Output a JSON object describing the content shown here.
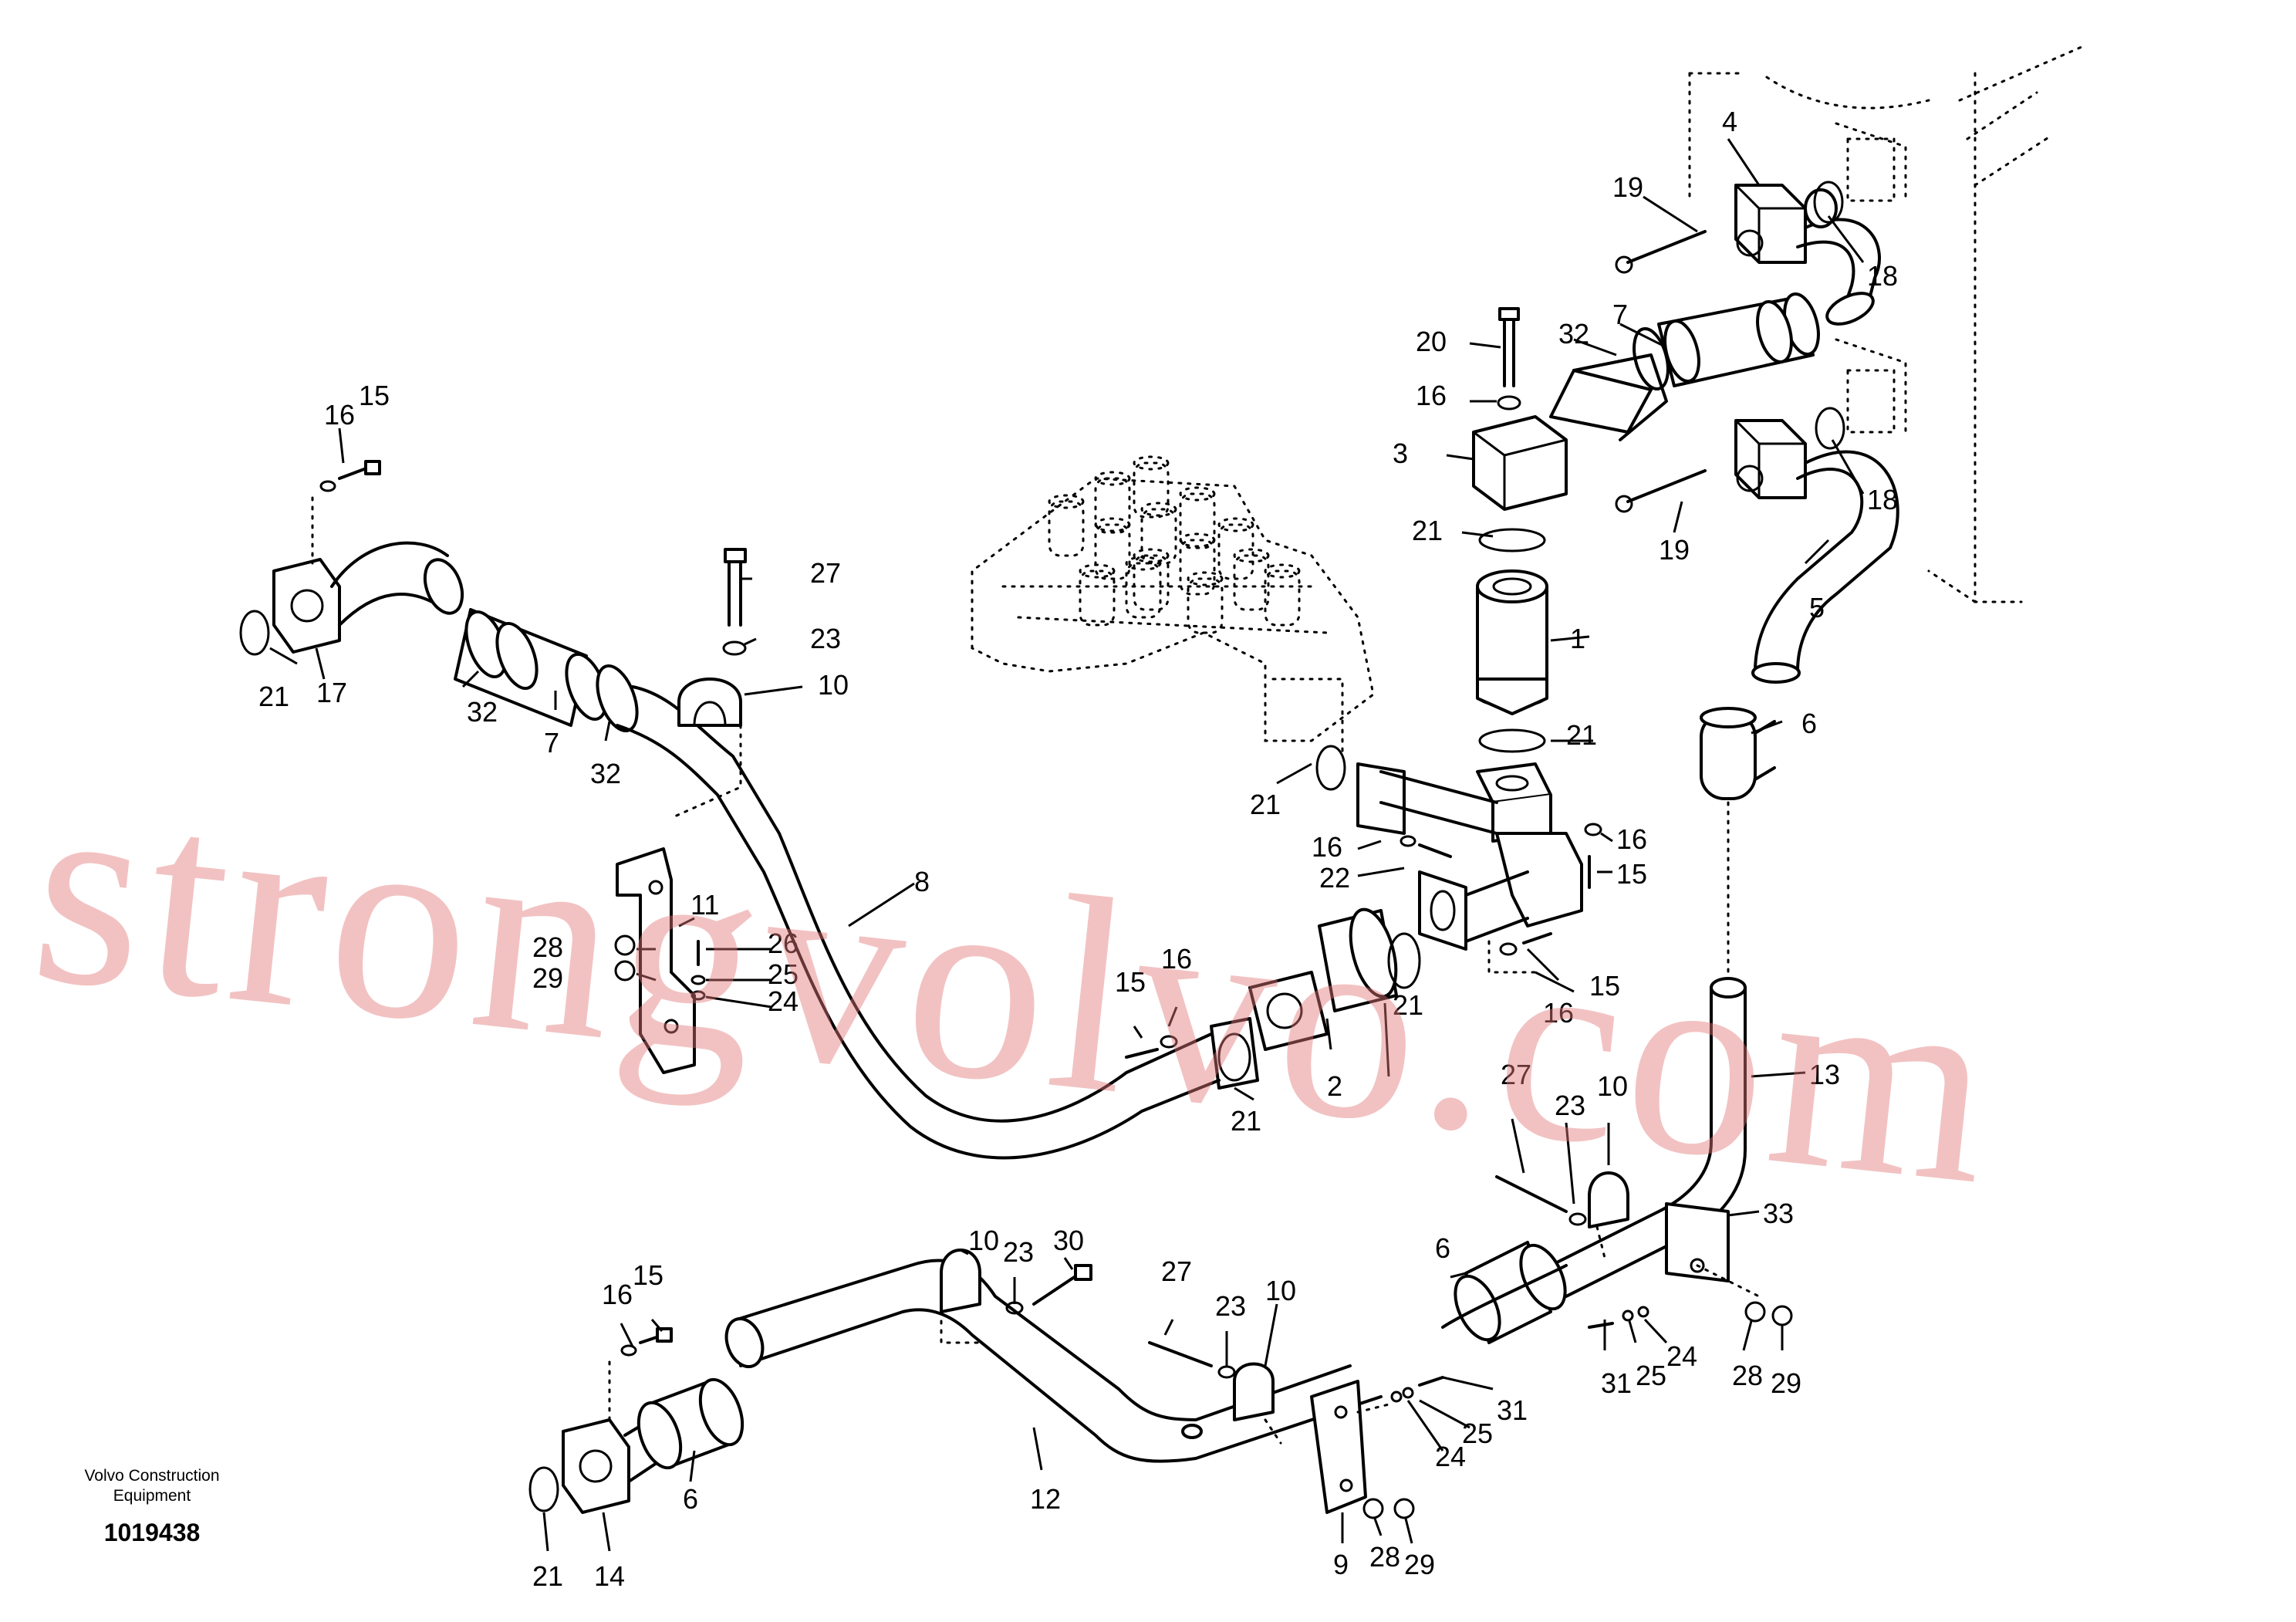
{
  "callouts": [
    {
      "t": "4"
    },
    {
      "t": "19"
    },
    {
      "t": "18"
    },
    {
      "t": "7"
    },
    {
      "t": "32"
    },
    {
      "t": "20"
    },
    {
      "t": "16"
    },
    {
      "t": "3"
    },
    {
      "t": "18"
    },
    {
      "t": "19"
    },
    {
      "t": "21"
    },
    {
      "t": "5"
    },
    {
      "t": "1"
    },
    {
      "t": "6"
    },
    {
      "t": "21"
    },
    {
      "t": "16"
    },
    {
      "t": "15"
    },
    {
      "t": "21"
    },
    {
      "t": "17"
    },
    {
      "t": "32"
    },
    {
      "t": "7"
    },
    {
      "t": "32"
    },
    {
      "t": "27"
    },
    {
      "t": "23"
    },
    {
      "t": "10"
    },
    {
      "t": "21"
    },
    {
      "t": "16"
    },
    {
      "t": "22"
    },
    {
      "t": "16"
    },
    {
      "t": "15"
    },
    {
      "t": "15"
    },
    {
      "t": "16"
    },
    {
      "t": "8"
    },
    {
      "t": "11"
    },
    {
      "t": "28"
    },
    {
      "t": "29"
    },
    {
      "t": "26"
    },
    {
      "t": "25"
    },
    {
      "t": "24"
    },
    {
      "t": "15"
    },
    {
      "t": "16"
    },
    {
      "t": "2"
    },
    {
      "t": "21"
    },
    {
      "t": "21"
    },
    {
      "t": "13"
    },
    {
      "t": "27"
    },
    {
      "t": "23"
    },
    {
      "t": "10"
    },
    {
      "t": "33"
    },
    {
      "t": "6"
    },
    {
      "t": "31"
    },
    {
      "t": "25"
    },
    {
      "t": "24"
    },
    {
      "t": "28"
    },
    {
      "t": "29"
    },
    {
      "t": "10"
    },
    {
      "t": "23"
    },
    {
      "t": "30"
    },
    {
      "t": "27"
    },
    {
      "t": "23"
    },
    {
      "t": "10"
    },
    {
      "t": "16"
    },
    {
      "t": "15"
    },
    {
      "t": "6"
    },
    {
      "t": "21"
    },
    {
      "t": "14"
    },
    {
      "t": "12"
    },
    {
      "t": "31"
    },
    {
      "t": "25"
    },
    {
      "t": "24"
    },
    {
      "t": "9"
    },
    {
      "t": "28"
    },
    {
      "t": "29"
    }
  ],
  "caption": {
    "line1": "Volvo Construction",
    "line2": "Equipment",
    "number": "1019438"
  },
  "watermark": "strongvolvo.com"
}
